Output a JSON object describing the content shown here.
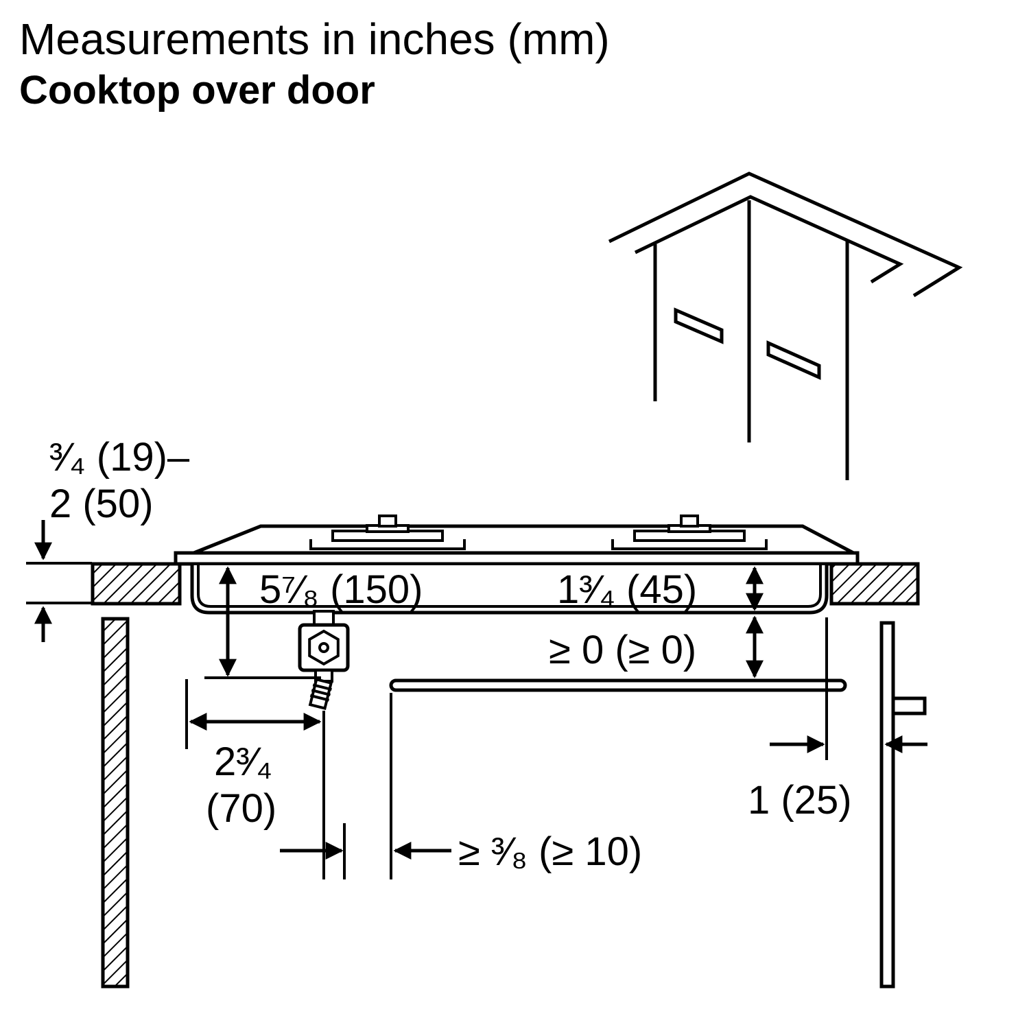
{
  "header": {
    "title": "Measurements in inches (mm)",
    "subtitle": "Cooktop over door"
  },
  "dims": {
    "counter_thickness_line1": "³⁄₄ (19)–",
    "counter_thickness_line2": "2 (50)",
    "total_depth": "5⁷⁄₈ (150)",
    "base_depth": "1³⁄₄ (45)",
    "door_top_clearance": "≥ 0 (≥ 0)",
    "gas_offset_inches": "2³⁄₄",
    "gas_offset_mm": "(70)",
    "door_gap": "≥ ³⁄₈ (≥ 10)",
    "side_clearance": "1 (25)"
  },
  "colors": {
    "line": "#000000",
    "background": "#ffffff"
  }
}
